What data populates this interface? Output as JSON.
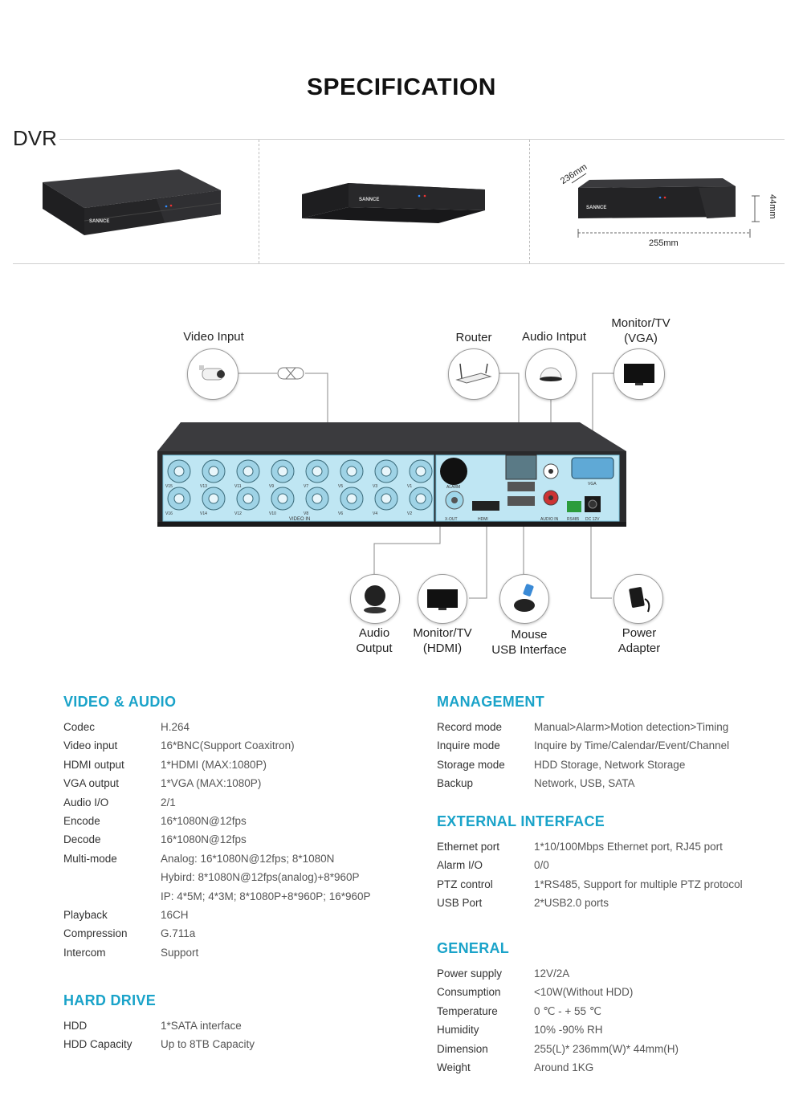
{
  "title": "SPECIFICATION",
  "dvr_label": "DVR",
  "brand": "SANNCE",
  "dimensions": {
    "depth": "236mm",
    "height": "44mm",
    "width": "255mm"
  },
  "diagram": {
    "video_input": "Video Input",
    "router": "Router",
    "audio_input": "Audio Intput",
    "monitor_vga_1": "Monitor/TV",
    "monitor_vga_2": "(VGA)",
    "audio_output_1": "Audio",
    "audio_output_2": "Output",
    "monitor_hdmi_1": "Monitor/TV",
    "monitor_hdmi_2": "(HDMI)",
    "mouse_1": "Mouse",
    "mouse_2": "USB Interface",
    "power_1": "Power",
    "power_2": "Adapter",
    "panel": {
      "bnc_top": [
        "V15",
        "V13",
        "V11",
        "V9",
        "V7",
        "V5",
        "V3",
        "V1"
      ],
      "bnc_bottom": [
        "V16",
        "V14",
        "V12",
        "V10",
        "V8",
        "V6",
        "V4",
        "V2"
      ],
      "video_in": "VIDEO IN",
      "alarm": "ALARM",
      "xout": "X-OUT",
      "hdmi": "HDMI",
      "vga": "VGA",
      "audio_in": "AUDIO IN",
      "rs485": "RS485",
      "dc12v": "DC 12V"
    }
  },
  "video_audio": {
    "title": "VIDEO & AUDIO",
    "rows": [
      {
        "k": "Codec",
        "v": "H.264"
      },
      {
        "k": "Video input",
        "v": "16*BNC(Support Coaxitron)"
      },
      {
        "k": "HDMI output",
        "v": "1*HDMI (MAX:1080P)"
      },
      {
        "k": "VGA output",
        "v": "1*VGA (MAX:1080P)"
      },
      {
        "k": "Audio I/O",
        "v": "2/1"
      },
      {
        "k": "Encode",
        "v": "16*1080N@12fps"
      },
      {
        "k": "Decode",
        "v": "16*1080N@12fps"
      },
      {
        "k": "Multi-mode",
        "v": "Analog: 16*1080N@12fps; 8*1080N"
      },
      {
        "k": "",
        "v": "Hybird: 8*1080N@12fps(analog)+8*960P"
      },
      {
        "k": "",
        "v": "IP: 4*5M; 4*3M; 8*1080P+8*960P; 16*960P"
      },
      {
        "k": "Playback",
        "v": "16CH"
      },
      {
        "k": "Compression",
        "v": "G.711a"
      },
      {
        "k": "Intercom",
        "v": "Support"
      }
    ]
  },
  "hard_drive": {
    "title": "HARD DRIVE",
    "rows": [
      {
        "k": "HDD",
        "v": "1*SATA interface"
      },
      {
        "k": "HDD Capacity",
        "v": "Up to 8TB Capacity"
      }
    ]
  },
  "management": {
    "title": "MANAGEMENT",
    "rows": [
      {
        "k": "Record mode",
        "v": "Manual>Alarm>Motion detection>Timing"
      },
      {
        "k": "Inquire mode",
        "v": "Inquire by Time/Calendar/Event/Channel"
      },
      {
        "k": "Storage mode",
        "v": "HDD Storage, Network Storage"
      },
      {
        "k": "Backup",
        "v": "Network, USB, SATA"
      }
    ]
  },
  "external_interface": {
    "title": "EXTERNAL INTERFACE",
    "rows": [
      {
        "k": "Ethernet port",
        "v": "1*10/100Mbps Ethernet port, RJ45 port"
      },
      {
        "k": "Alarm I/O",
        "v": "0/0"
      },
      {
        "k": "PTZ control",
        "v": "1*RS485, Support for multiple PTZ protocol"
      },
      {
        "k": "USB Port",
        "v": "2*USB2.0 ports"
      }
    ]
  },
  "general": {
    "title": "GENERAL",
    "rows": [
      {
        "k": "Power supply",
        "v": "12V/2A"
      },
      {
        "k": "Consumption",
        "v": "<10W(Without HDD)"
      },
      {
        "k": "Temperature",
        "v": "0 ℃ - + 55 ℃"
      },
      {
        "k": "Humidity",
        "v": "10% -90% RH"
      },
      {
        "k": "Dimension",
        "v": "255(L)* 236mm(W)* 44mm(H)"
      },
      {
        "k": "Weight",
        "v": "Around 1KG"
      }
    ]
  },
  "colors": {
    "accent": "#1aa3c9",
    "panel": "#bfe6f3",
    "device": "#2a2a2c"
  }
}
